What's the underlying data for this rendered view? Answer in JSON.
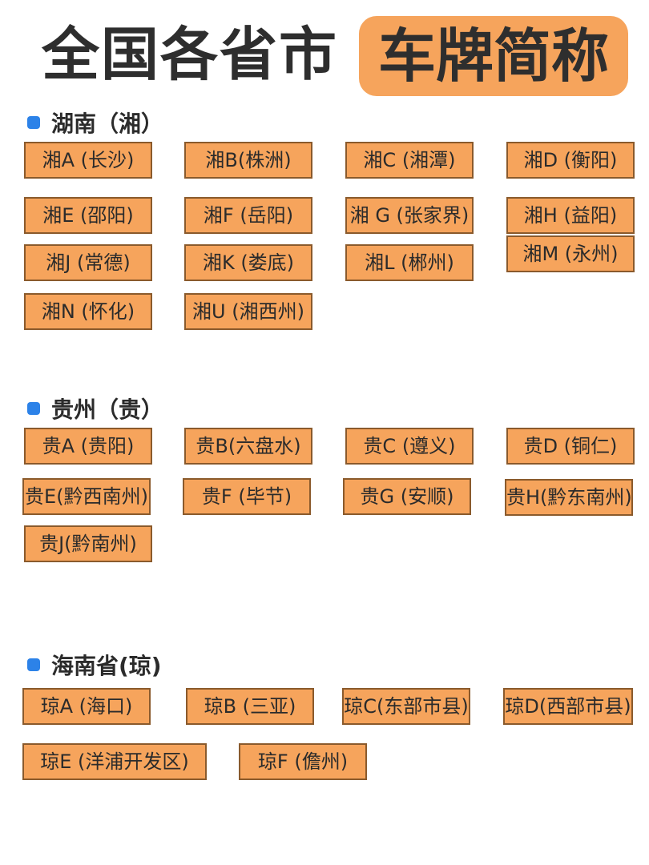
{
  "title": {
    "plain": "全国各省市",
    "highlight": "车牌简称"
  },
  "sections": [
    {
      "title": "湖南（湘）",
      "plates": [
        "湘A (长沙)",
        "湘B(株洲)",
        "湘C (湘潭)",
        "湘D (衡阳)",
        "湘E (邵阳)",
        "湘F (岳阳)",
        "湘 G (张家界)",
        "湘H (益阳)",
        "湘J (常德)",
        "湘K (娄底)",
        "湘L (郴州)",
        "湘M (永州)",
        "湘N (怀化)",
        "湘U (湘西州)"
      ]
    },
    {
      "title": "贵州（贵）",
      "plates": [
        "贵A (贵阳)",
        "贵B(六盘水)",
        "贵C (遵义)",
        "贵D (铜仁)",
        "贵E(黔西南州)",
        "贵F (毕节)",
        "贵G (安顺)",
        "贵H(黔东南州)",
        "贵J(黔南州)"
      ]
    },
    {
      "title": "海南省(琼)",
      "plates": [
        "琼A (海口)",
        "琼B (三亚)",
        "琼C(东部市县)",
        "琼D(西部市县)",
        "琼E (洋浦开发区)",
        "琼F  (儋州)"
      ]
    }
  ],
  "colors": {
    "tag_fill": "#f6a45c",
    "tag_border": "#8a5a2c",
    "bullet": "#2c82e8",
    "title_highlight": "#f6a45c"
  }
}
